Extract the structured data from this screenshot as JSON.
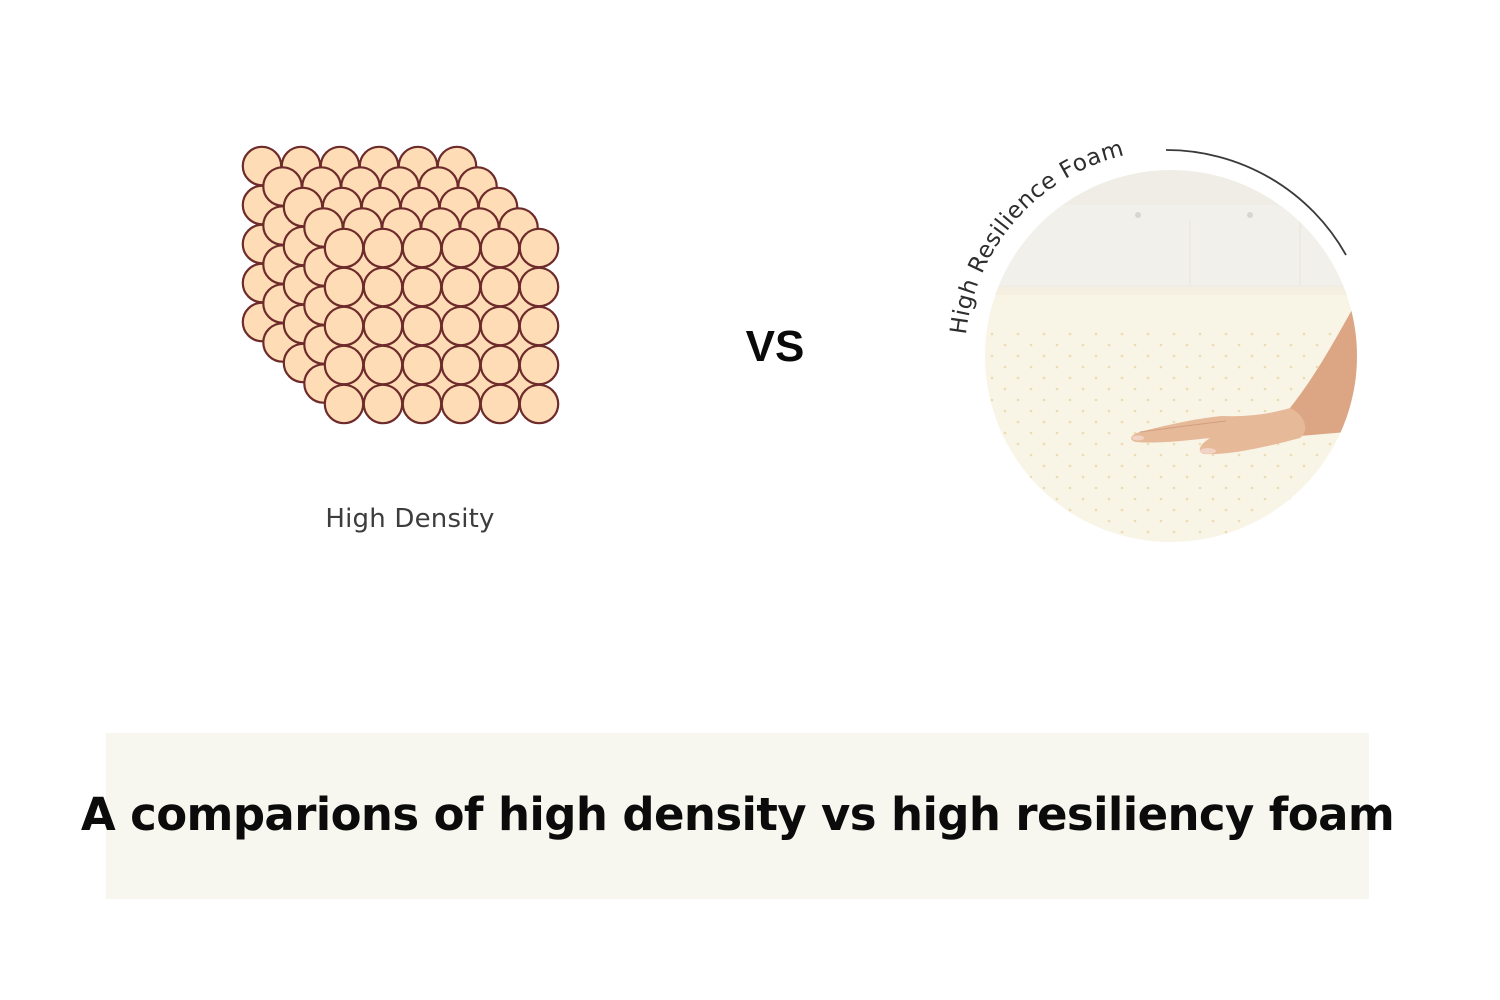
{
  "left_panel": {
    "label": "High Density",
    "diagram": {
      "layers": 5,
      "columns": 6,
      "rows": 5,
      "circle_fill": "#fedcb5",
      "circle_stroke": "#6e2b2b"
    }
  },
  "separator": {
    "label": "VS"
  },
  "right_panel": {
    "arc_label": "High Resilience Foam",
    "photo_description": "hand pressing on cream foam mattress",
    "colors": {
      "headboard": "#efede6",
      "mattress": "#f8f4e6",
      "dots": "#ebd6a8",
      "skin": "#e3b494",
      "arc_line": "#3a3a3a"
    }
  },
  "caption": {
    "text": "A comparions of high density vs high resiliency foam",
    "background": "#f7f6ef"
  }
}
